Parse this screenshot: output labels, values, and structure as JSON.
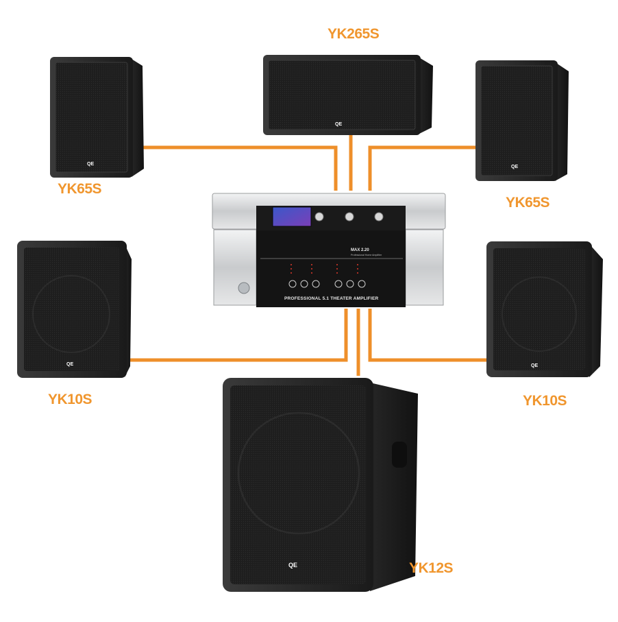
{
  "colors": {
    "accent": "#f0962e",
    "cable": "#ee8f2a",
    "cabinet": "#2a2a2a",
    "grille": "#1c1c1c",
    "amp_silver": "#d2d4d6",
    "amp_front": "#141414"
  },
  "labels": {
    "center": "YK265S",
    "front_left": "YK65S",
    "front_right": "YK65S",
    "rear_left": "YK10S",
    "rear_right": "YK10S",
    "subwoofer": "YK12S"
  },
  "brand_logo": "QE",
  "amplifier": {
    "model": "MAX 2.20",
    "subtitle": "Professional Home Amplifier",
    "caption": "PROFESSIONAL 5.1 THEATER AMPLIFIER"
  },
  "diagram": {
    "nodes": [
      {
        "id": "amp",
        "kind": "amplifier"
      },
      {
        "id": "center",
        "kind": "speaker"
      },
      {
        "id": "front_left",
        "kind": "speaker"
      },
      {
        "id": "front_right",
        "kind": "speaker"
      },
      {
        "id": "rear_left",
        "kind": "speaker"
      },
      {
        "id": "rear_right",
        "kind": "speaker"
      },
      {
        "id": "subwoofer",
        "kind": "subwoofer"
      }
    ],
    "edges": [
      {
        "from": "amp",
        "to": "center"
      },
      {
        "from": "amp",
        "to": "front_left"
      },
      {
        "from": "amp",
        "to": "front_right"
      },
      {
        "from": "amp",
        "to": "rear_left"
      },
      {
        "from": "amp",
        "to": "rear_right"
      },
      {
        "from": "amp",
        "to": "subwoofer"
      }
    ]
  }
}
